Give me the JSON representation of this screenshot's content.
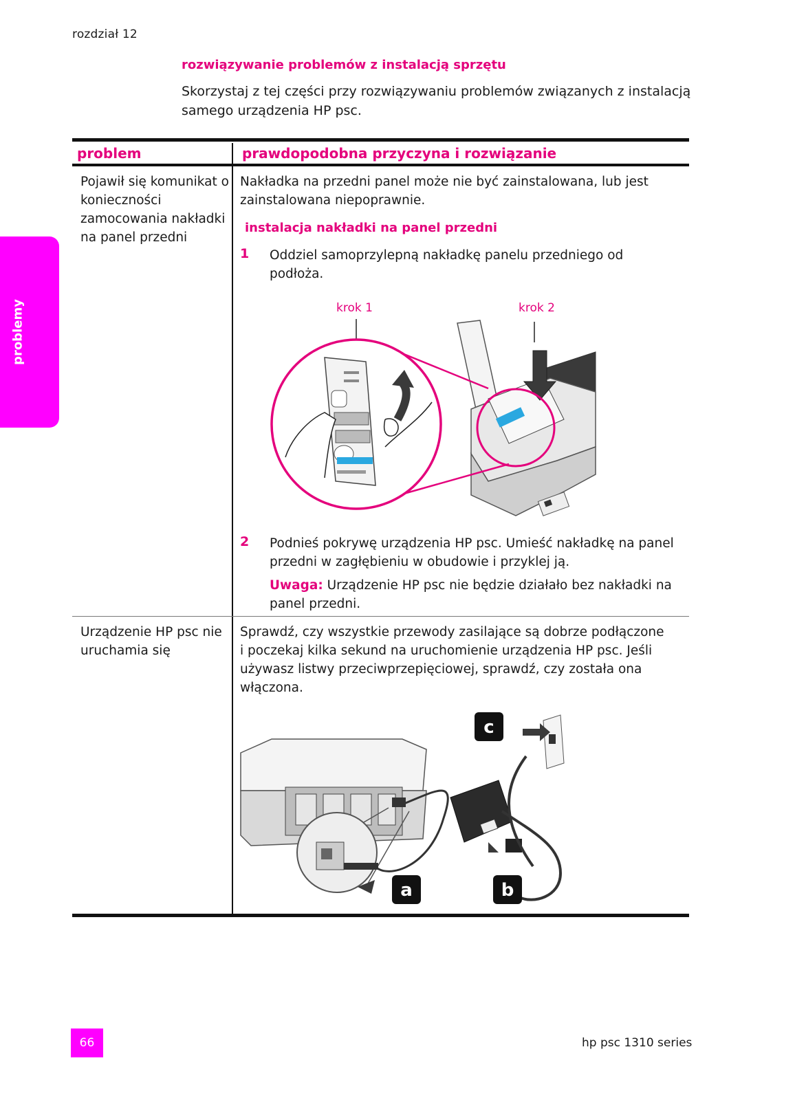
{
  "header": {
    "chapter": "rozdział 12",
    "section_title": "rozwiązywanie problemów z instalacją sprzętu",
    "intro": "Skorzystaj z tej części przy rozwiązywaniu problemów związanych z instalacją samego urządzenia HP psc."
  },
  "table": {
    "col_problem": "problem",
    "col_cause": "prawdopodobna przyczyna i rozwiązanie",
    "rows": [
      {
        "problem_lines": [
          "Pojawił się komunikat o",
          "konieczności",
          "zamocowania nakładki",
          "na panel przedni"
        ],
        "cause_lines": [
          "Nakładka na przedni panel może nie być zainstalowana, lub jest",
          "zainstalowana niepoprawnie."
        ],
        "sub_heading": "instalacja nakładki na panel przedni",
        "step1_num": "1",
        "step1_lines": [
          "Oddziel samoprzylepną nakładkę panelu przedniego od",
          "podłoża."
        ],
        "krok1": "krok 1",
        "krok2": "krok 2",
        "step2_num": "2",
        "step2_lines": [
          "Podnieś pokrywę urządzenia HP psc. Umieść nakładkę na panel",
          "przedni w zagłębieniu w obudowie i przyklej ją."
        ],
        "note_label": "Uwaga:",
        "note_first": "Urządzenie HP psc nie będzie działało bez nakładki na",
        "note_second": "panel przedni."
      },
      {
        "problem_lines": [
          "Urządzenie HP psc nie",
          "uruchamia się"
        ],
        "cause_lines": [
          "Sprawdź, czy wszystkie przewody zasilające są dobrze podłączone",
          "i poczekaj kilka sekund na uruchomienie urządzenia HP psc. Jeśli",
          "używasz listwy przeciwprzepięciowej, sprawdź, czy została ona",
          "włączona."
        ],
        "labels": [
          "c",
          "a",
          "b"
        ]
      }
    ]
  },
  "side_tab": "problemy",
  "footer": {
    "page_number": "66",
    "product": "hp psc 1310 series"
  },
  "colors": {
    "accent": "#e4007c",
    "tab": "#ff00ff"
  }
}
